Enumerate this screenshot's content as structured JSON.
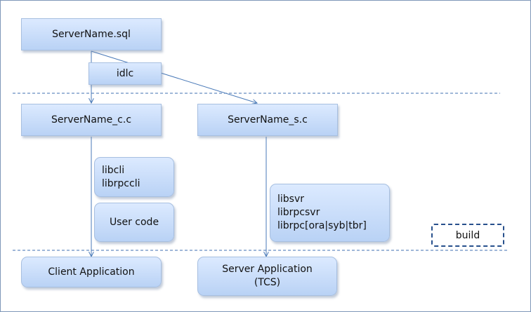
{
  "docs": {
    "sql": "ServerName.sql",
    "client_c": "ServerName_c.c",
    "server_c": "ServerName_s.c"
  },
  "tool": "idlc",
  "libs_client": [
    "libcli",
    "librpccli"
  ],
  "user_code": "User code",
  "libs_server": [
    "libsvr",
    "librpcsvr",
    "librpc[ora|syb|tbr]"
  ],
  "apps": {
    "client": "Client Application",
    "server": [
      "Server Application",
      "(TCS)"
    ]
  },
  "legend": {
    "build": "build"
  },
  "colors": {
    "box_fill": "#c6dbf7",
    "box_border": "#a7bfe0",
    "line": "#4a7ab8",
    "dash": "#3f6fb0",
    "build_border": "#27508c"
  }
}
